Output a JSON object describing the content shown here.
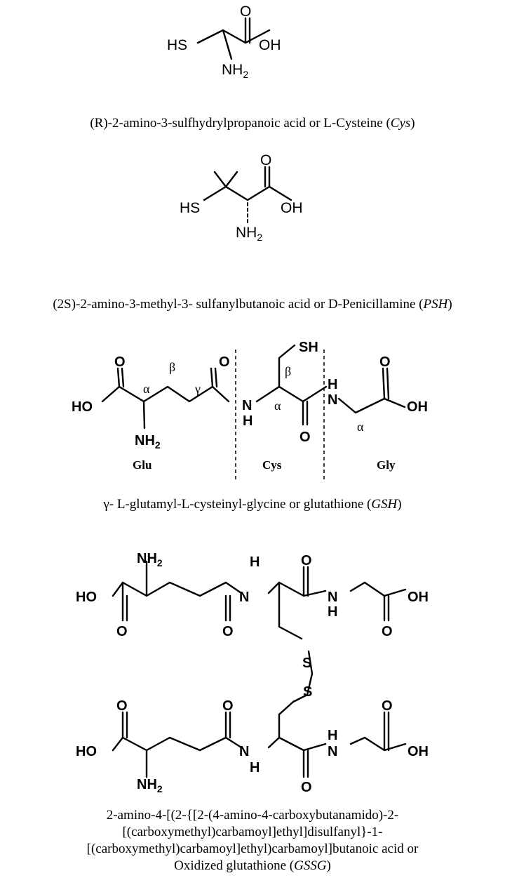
{
  "structures": {
    "cys": {
      "atoms": {
        "o": "O",
        "oh": "OH",
        "hs": "HS",
        "nh2_n": "NH",
        "nh2_sub": "2"
      },
      "caption_name": "(R)-2-amino-3-sulfhydrylpropanoic acid or L-Cysteine (",
      "caption_abbr": "Cys",
      "caption_end": ")"
    },
    "psh": {
      "atoms": {
        "o": "O",
        "oh": "OH",
        "hs": "HS",
        "nh2_n": "NH",
        "nh2_sub": "2"
      },
      "caption_name": "(2S)-2-amino-3-methyl-3- sulfanylbutanoic acid or D-Penicillamine (",
      "caption_abbr": "PSH",
      "caption_end": ")"
    },
    "gsh": {
      "atoms": {
        "ho": "HO",
        "o": "O",
        "nh2_n": "NH",
        "nh2_sub": "2",
        "n": "N",
        "h": "H",
        "sh": "SH",
        "oh": "OH"
      },
      "greek": {
        "alpha": "α",
        "beta": "β",
        "gamma": "γ"
      },
      "residues": [
        "Glu",
        "Cys",
        "Gly"
      ],
      "caption_name": "γ- L-glutamyl-L-cysteinyl-glycine or glutathione (",
      "caption_abbr": "GSH",
      "caption_end": ")"
    },
    "gssg": {
      "atoms": {
        "ho": "HO",
        "o": "O",
        "nh2_n": "NH",
        "nh2_sub": "2",
        "n": "N",
        "h": "H",
        "s": "S",
        "oh": "OH"
      },
      "caption_lines": [
        "2-amino-4-[(2-{[2-(4-amino-4-carboxybutanamido)-2-",
        "[(carboxymethyl)carbamoyl]ethyl]disulfanyl}-1-",
        "[(carboxymethyl)carbamoyl]ethyl)carbamoyl]butanoic acid or"
      ],
      "caption_last": "Oxidized glutathione (",
      "caption_abbr": "GSSG",
      "caption_end": ")"
    }
  }
}
